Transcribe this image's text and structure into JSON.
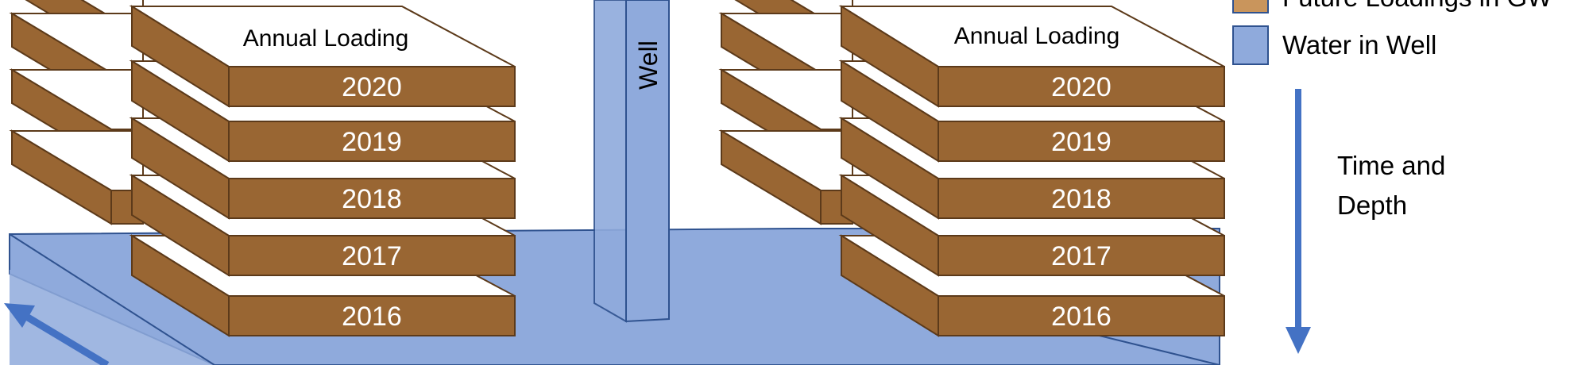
{
  "colors": {
    "slab_front": "#996633",
    "slab_top": "#ffffff",
    "slab_edge": "#5c3a1a",
    "water": "#8faadc",
    "water_edge": "#2f528f",
    "arrow": "#4472c4",
    "future_loading": "#c9955c"
  },
  "left_stack": {
    "header": "Annual Loading",
    "years": [
      "2020",
      "2019",
      "2018",
      "2017",
      "2016"
    ]
  },
  "right_stack": {
    "header": "Annual Loading",
    "years": [
      "2020",
      "2019",
      "2018",
      "2017",
      "2016"
    ]
  },
  "well": {
    "label": "Well"
  },
  "legend": {
    "items": [
      {
        "label": "Future Loadings in GW",
        "color": "#c9955c"
      },
      {
        "label": "Water in Well",
        "color": "#8faadc"
      }
    ]
  },
  "time_depth": {
    "line1": "Time and",
    "line2": "Depth"
  },
  "icons": {
    "time_arrow": "arrow-down-icon",
    "flow_arrow": "arrow-up-left-icon"
  }
}
